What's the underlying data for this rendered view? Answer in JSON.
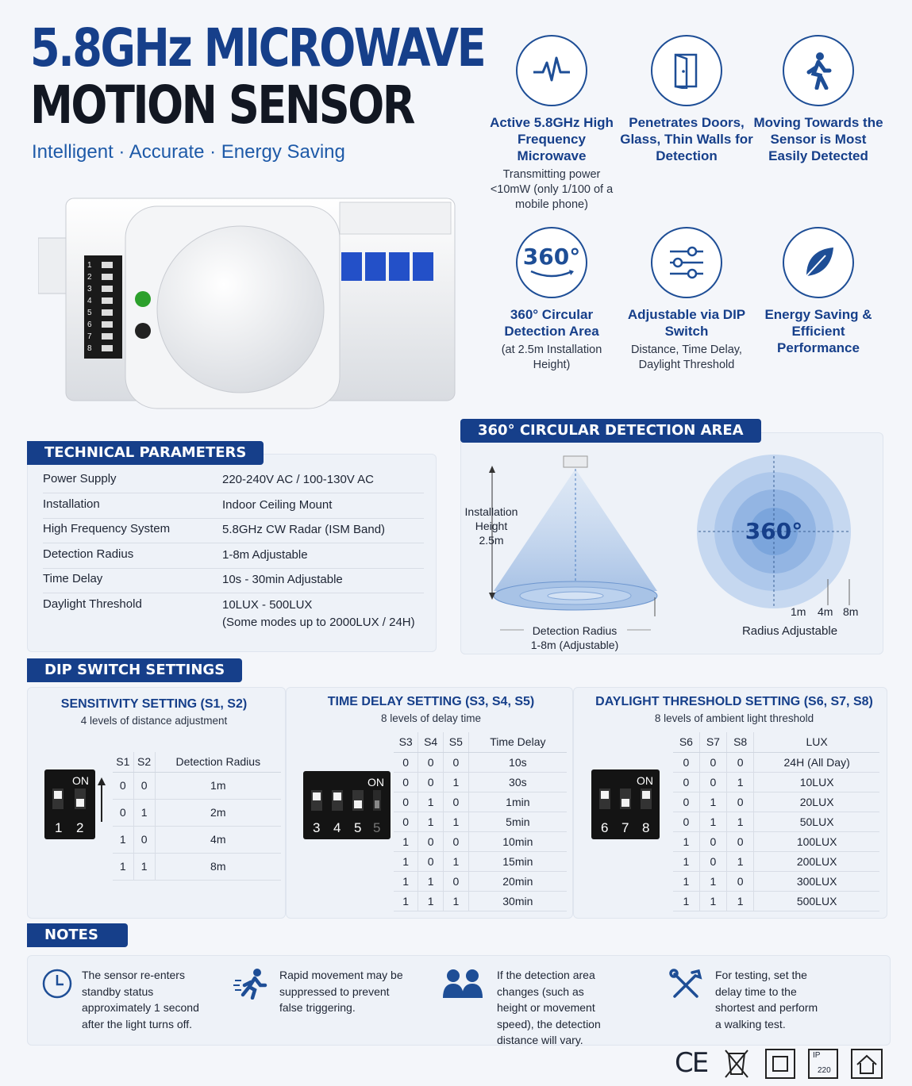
{
  "title_line1": "5.8GHz MICROWAVE",
  "title_line2": "MOTION SENSOR",
  "tagline": "Intelligent · Accurate · Energy Saving",
  "features": [
    {
      "icon": "pulse-icon",
      "title": "Active 5.8GHz High Frequency Microwave",
      "sub": "Transmitting power <10mW (only 1/100 of a mobile phone)"
    },
    {
      "icon": "door-icon",
      "title": "Penetrates Doors, Glass, Thin Walls for Detection",
      "sub": ""
    },
    {
      "icon": "walking-person-icon",
      "title": "Moving Towards the Sensor is Most Easily Detected",
      "sub": ""
    },
    {
      "icon": "360-icon",
      "icon_text": "360°",
      "title": "360° Circular Detection Area",
      "sub": "(at 2.5m Installation Height)"
    },
    {
      "icon": "sliders-icon",
      "title": "Adjustable via DIP Switch",
      "sub": "Distance, Time Delay, Daylight Threshold"
    },
    {
      "icon": "leaf-icon",
      "title": "Energy Saving & Efficient Performance",
      "sub": ""
    }
  ],
  "product": {
    "dip_numbers": [
      "1",
      "2",
      "3",
      "4",
      "5",
      "6",
      "7",
      "8"
    ]
  },
  "tech": {
    "header": "TECHNICAL PARAMETERS",
    "rows": [
      {
        "k": "Power Supply",
        "v": "220-240V AC / 100-130V AC"
      },
      {
        "k": "Installation",
        "v": "Indoor Ceiling Mount"
      },
      {
        "k": "High Frequency System",
        "v": "5.8GHz CW Radar (ISM Band)"
      },
      {
        "k": "Detection Radius",
        "v": "1-8m Adjustable"
      },
      {
        "k": "Time Delay",
        "v": "10s - 30min Adjustable"
      },
      {
        "k": "Daylight Threshold",
        "v": "10LUX - 500LUX",
        "v2": "(Some modes up to 2000LUX / 24H)"
      }
    ]
  },
  "detection": {
    "header": "360° CIRCULAR DETECTION AREA",
    "install_label": [
      "Installation",
      "Height",
      "2.5m"
    ],
    "radius_label": "Detection Radius",
    "radius_range": "1-8m (Adjustable)",
    "center_label": "360°",
    "ring_labels": [
      "1m",
      "4m",
      "8m"
    ],
    "radius_adjustable": "Radius Adjustable"
  },
  "dip": {
    "header": "DIP SWITCH SETTINGS",
    "on_label": "ON",
    "sensitivity": {
      "title": "SENSITIVITY SETTING (S1, S2)",
      "subtitle": "4 levels of distance adjustment",
      "switch_labels": [
        "1",
        "2"
      ],
      "cols": [
        "S1",
        "S2",
        "Detection Radius"
      ],
      "rows": [
        [
          "0",
          "0",
          "1m"
        ],
        [
          "0",
          "1",
          "2m"
        ],
        [
          "1",
          "0",
          "4m"
        ],
        [
          "1",
          "1",
          "8m"
        ]
      ]
    },
    "time": {
      "title": "TIME DELAY SETTING (S3, S4, S5)",
      "subtitle": "8 levels of delay time",
      "switch_labels": [
        "3",
        "4",
        "5",
        "5"
      ],
      "cols": [
        "S3",
        "S4",
        "S5",
        "Time Delay"
      ],
      "rows": [
        [
          "0",
          "0",
          "0",
          "10s"
        ],
        [
          "0",
          "0",
          "1",
          "30s"
        ],
        [
          "0",
          "1",
          "0",
          "1min"
        ],
        [
          "0",
          "1",
          "1",
          "5min"
        ],
        [
          "1",
          "0",
          "0",
          "10min"
        ],
        [
          "1",
          "0",
          "1",
          "15min"
        ],
        [
          "1",
          "1",
          "0",
          "20min"
        ],
        [
          "1",
          "1",
          "1",
          "30min"
        ]
      ]
    },
    "daylight": {
      "title": "DAYLIGHT THRESHOLD SETTING (S6, S7, S8)",
      "subtitle": "8 levels of ambient light threshold",
      "switch_labels": [
        "6",
        "7",
        "8"
      ],
      "cols": [
        "S6",
        "S7",
        "S8",
        "LUX"
      ],
      "rows": [
        [
          "0",
          "0",
          "0",
          "24H (All Day)"
        ],
        [
          "0",
          "0",
          "1",
          "10LUX"
        ],
        [
          "0",
          "1",
          "0",
          "20LUX"
        ],
        [
          "0",
          "1",
          "1",
          "50LUX"
        ],
        [
          "1",
          "0",
          "0",
          "100LUX"
        ],
        [
          "1",
          "0",
          "1",
          "200LUX"
        ],
        [
          "1",
          "1",
          "0",
          "300LUX"
        ],
        [
          "1",
          "1",
          "1",
          "500LUX"
        ]
      ]
    }
  },
  "notes": {
    "header": "NOTES",
    "items": [
      {
        "icon": "clock-icon",
        "lines": [
          "The sensor re-enters",
          "standby status",
          "approximately 1 second",
          "after the light turns off."
        ]
      },
      {
        "icon": "running-person-icon",
        "lines": [
          "Rapid movement may be",
          "suppressed to prevent",
          "false triggering."
        ]
      },
      {
        "icon": "people-icon",
        "lines": [
          "If the detection area",
          "changes (such as",
          "height or movement",
          "speed), the detection",
          "distance will vary."
        ]
      },
      {
        "icon": "tools-icon",
        "lines": [
          "For testing, set the",
          "delay time to the",
          "shortest and perform",
          "a walking test."
        ]
      }
    ]
  },
  "certs": {
    "ce": "CE",
    "ip_text": "IP",
    "ip_num": "220"
  },
  "colors": {
    "brand": "#163f8a",
    "accent": "#1e5aa8",
    "dark": "#121722"
  }
}
